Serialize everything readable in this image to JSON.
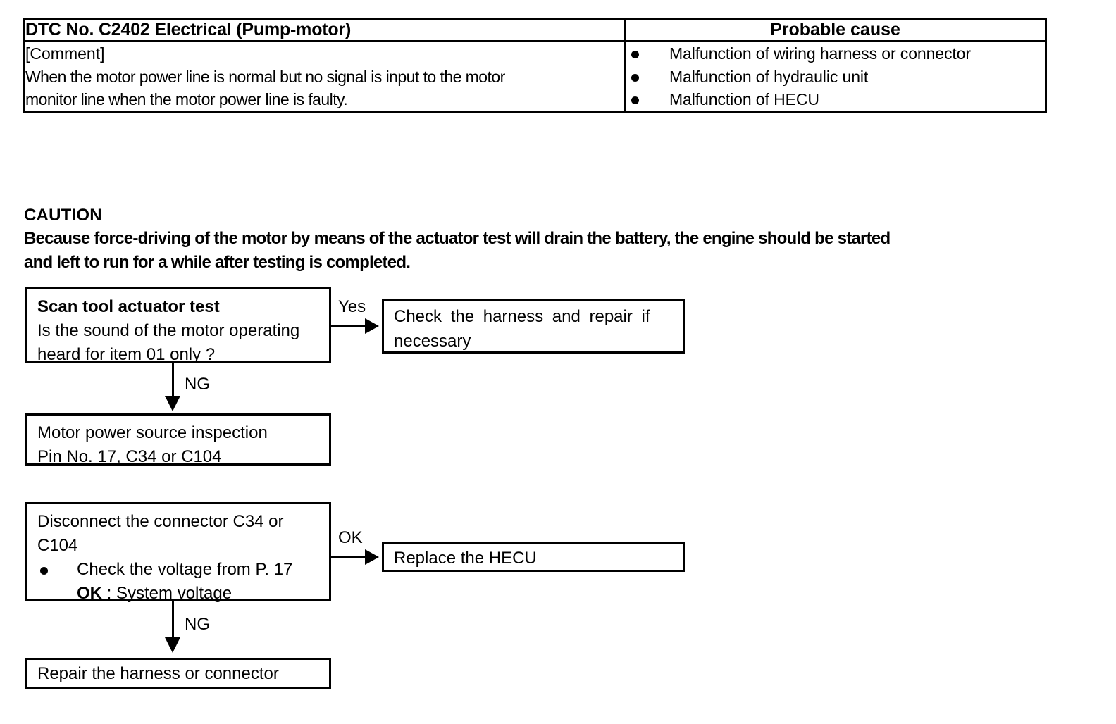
{
  "dtc_table": {
    "headers": {
      "left": "DTC No. C2402 Electrical (Pump-motor)",
      "right": "Probable cause"
    },
    "comment": {
      "tag": "[Comment]",
      "line1": "When the motor power line is normal but no signal is input to the motor",
      "line2": "monitor line when the motor power line is faulty."
    },
    "probable_causes": [
      "Malfunction of wiring harness or connector",
      "Malfunction of hydraulic unit",
      "Malfunction of HECU"
    ]
  },
  "caution": {
    "title": "CAUTION",
    "line1": "Because force-driving of the motor by means of the actuator test will drain the battery, the engine should be started",
    "line2": "and left to run for a while after testing is completed."
  },
  "flowchart": {
    "boxes": {
      "scan_tool": {
        "title": "Scan tool actuator test",
        "line1": "Is the sound of the motor operating",
        "line2": "heard for item 01 only ?"
      },
      "check_harness": {
        "line1": "Check the harness and repair if",
        "line2": "necessary"
      },
      "motor_power": {
        "line1": "Motor power source inspection",
        "line2": "Pin No. 17, C34 or C104"
      },
      "disconnect": {
        "line1": "Disconnect the connector C34 or",
        "line2": "C104",
        "bullet": "Check the voltage from P. 17",
        "ok_prefix": "OK",
        "ok_value": " : System voltage"
      },
      "replace_hecu": {
        "line1": "Replace the HECU"
      },
      "repair_harness": {
        "line1": "Repair the harness or connector"
      }
    },
    "edges": {
      "yes": "Yes",
      "ng1": "NG",
      "ok": "OK",
      "ng2": "NG"
    }
  },
  "colors": {
    "ink": "#000000",
    "page": "#ffffff"
  }
}
